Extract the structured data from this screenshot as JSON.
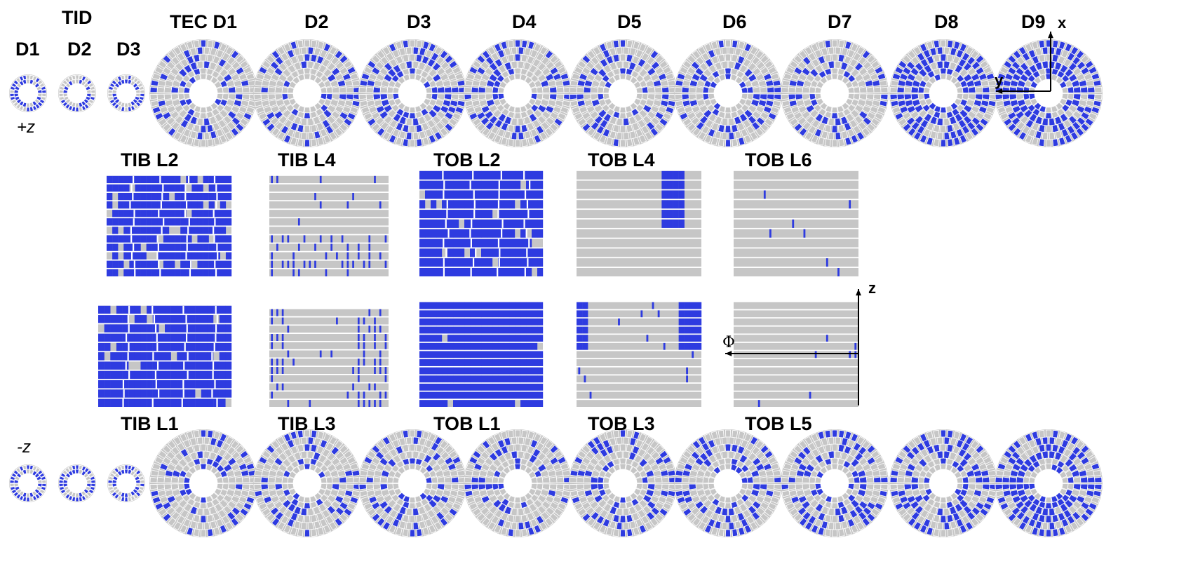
{
  "colors": {
    "module": "#c6c6c6",
    "active": "#2e3be0",
    "background": "#ffffff",
    "axis": "#000000"
  },
  "labels": {
    "tid_title": "TID",
    "tid_d1": "D1",
    "tid_d2": "D2",
    "tid_d3": "D3",
    "tec_d1": "TEC D1",
    "tec_d2": "D2",
    "tec_d3": "D3",
    "tec_d4": "D4",
    "tec_d5": "D5",
    "tec_d6": "D6",
    "tec_d7": "D7",
    "tec_d8": "D8",
    "tec_d9": "D9",
    "plus_z": "+z",
    "minus_z": "-z",
    "tib_l1": "TIB L1",
    "tib_l2": "TIB L2",
    "tib_l3": "TIB L3",
    "tib_l4": "TIB L4",
    "tob_l1": "TOB L1",
    "tob_l2": "TOB L2",
    "tob_l3": "TOB L3",
    "tob_l4": "TOB L4",
    "tob_l5": "TOB L5",
    "tob_l6": "TOB L6",
    "axis_x": "x",
    "axis_y": "y",
    "axis_z": "z",
    "axis_phi": "Φ"
  },
  "endcaps": {
    "plus_z": [
      {
        "id": "tid-d1",
        "kind": "tid",
        "fill": 0.6
      },
      {
        "id": "tid-d2",
        "kind": "tid",
        "fill": 0.45
      },
      {
        "id": "tid-d3",
        "kind": "tid",
        "fill": 0.6
      },
      {
        "id": "tec-d1",
        "kind": "tec",
        "fill": 0.35
      },
      {
        "id": "tec-d2",
        "kind": "tec",
        "fill": 0.3
      },
      {
        "id": "tec-d3",
        "kind": "tec",
        "fill": 0.38
      },
      {
        "id": "tec-d4",
        "kind": "tec",
        "fill": 0.3
      },
      {
        "id": "tec-d5",
        "kind": "tec",
        "fill": 0.3
      },
      {
        "id": "tec-d6",
        "kind": "tec",
        "fill": 0.35
      },
      {
        "id": "tec-d7",
        "kind": "tec",
        "fill": 0.3
      },
      {
        "id": "tec-d8",
        "kind": "tec",
        "fill": 0.6
      },
      {
        "id": "tec-d9",
        "kind": "tec",
        "fill": 0.7
      }
    ],
    "minus_z": [
      {
        "id": "tid-d1",
        "kind": "tid",
        "fill": 0.55
      },
      {
        "id": "tid-d2",
        "kind": "tid",
        "fill": 0.5
      },
      {
        "id": "tid-d3",
        "kind": "tid",
        "fill": 0.55
      },
      {
        "id": "tec-d1",
        "kind": "tec",
        "fill": 0.3
      },
      {
        "id": "tec-d2",
        "kind": "tec",
        "fill": 0.3
      },
      {
        "id": "tec-d3",
        "kind": "tec",
        "fill": 0.32
      },
      {
        "id": "tec-d4",
        "kind": "tec",
        "fill": 0.3
      },
      {
        "id": "tec-d5",
        "kind": "tec",
        "fill": 0.28
      },
      {
        "id": "tec-d6",
        "kind": "tec",
        "fill": 0.35
      },
      {
        "id": "tec-d7",
        "kind": "tec",
        "fill": 0.45
      },
      {
        "id": "tec-d8",
        "kind": "tec",
        "fill": 0.55
      },
      {
        "id": "tec-d9",
        "kind": "tec",
        "fill": 0.65
      }
    ]
  },
  "barrel": {
    "upper": [
      {
        "id": "tib-l2",
        "rows": 12,
        "fill": 0.85,
        "pattern": "full"
      },
      {
        "id": "tib-l4",
        "rows": 12,
        "fill": 0.12,
        "pattern": "bottom"
      },
      {
        "id": "tob-l2",
        "rows": 11,
        "fill": 0.92,
        "pattern": "full"
      },
      {
        "id": "tob-l4",
        "rows": 11,
        "fill": 0.02,
        "pattern": "block"
      },
      {
        "id": "tob-l6",
        "rows": 11,
        "fill": 0.03,
        "pattern": "sparse"
      }
    ],
    "lower": [
      {
        "id": "tib-l1",
        "rows": 11,
        "fill": 0.92,
        "pattern": "full"
      },
      {
        "id": "tib-l3",
        "rows": 12,
        "fill": 0.15,
        "pattern": "edges"
      },
      {
        "id": "tob-l1",
        "rows": 13,
        "fill": 0.99,
        "pattern": "full"
      },
      {
        "id": "tob-l3",
        "rows": 13,
        "fill": 0.06,
        "pattern": "corners"
      },
      {
        "id": "tob-l5",
        "rows": 13,
        "fill": 0.03,
        "pattern": "sparse"
      }
    ]
  }
}
